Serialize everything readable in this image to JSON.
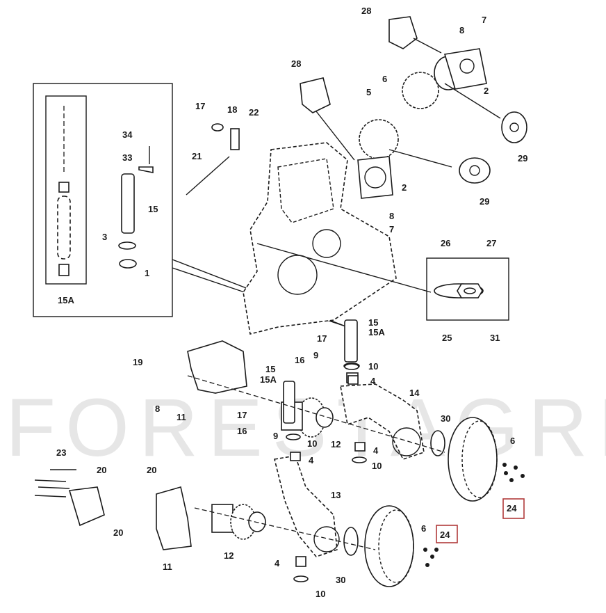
{
  "watermark": "FORESTAGRI",
  "callouts": {
    "c28a": "28",
    "c7a": "7",
    "c8a": "8",
    "c6a": "6",
    "c5a": "5",
    "c2a": "2",
    "c29a": "29",
    "c28b": "28",
    "c2b": "2",
    "c29b": "29",
    "c8b": "8",
    "c7b": "7",
    "c17a": "17",
    "c18": "18",
    "c22": "22",
    "c21": "21",
    "c34": "34",
    "c33": "33",
    "c15": "15",
    "c3": "3",
    "c1": "1",
    "c15A_inset": "15A",
    "c26": "26",
    "c27": "27",
    "c25": "25",
    "c31": "31",
    "c15b": "15",
    "c15Ab": "15A",
    "c17b": "17",
    "c16a": "16",
    "c9a": "9",
    "c10a": "10",
    "c4a": "4",
    "c19": "19",
    "c8c": "8",
    "c11a": "11",
    "c14": "14",
    "c15c": "15",
    "c15Ac": "15A",
    "c12a": "12",
    "c17c": "17",
    "c16b": "16",
    "c9b": "9",
    "c10b": "10",
    "c4b": "4",
    "c4c": "4",
    "c10c": "10",
    "c30a": "30",
    "c6b": "6",
    "c24a": "24",
    "c23": "23",
    "c20a": "20",
    "c20b": "20",
    "c20c": "20",
    "c13": "13",
    "c12b": "12",
    "c11b": "11",
    "c4d": "4",
    "c10d": "10",
    "c30b": "30",
    "c6c": "6",
    "c24b": "24"
  },
  "highlight_color": "#b03a3a"
}
